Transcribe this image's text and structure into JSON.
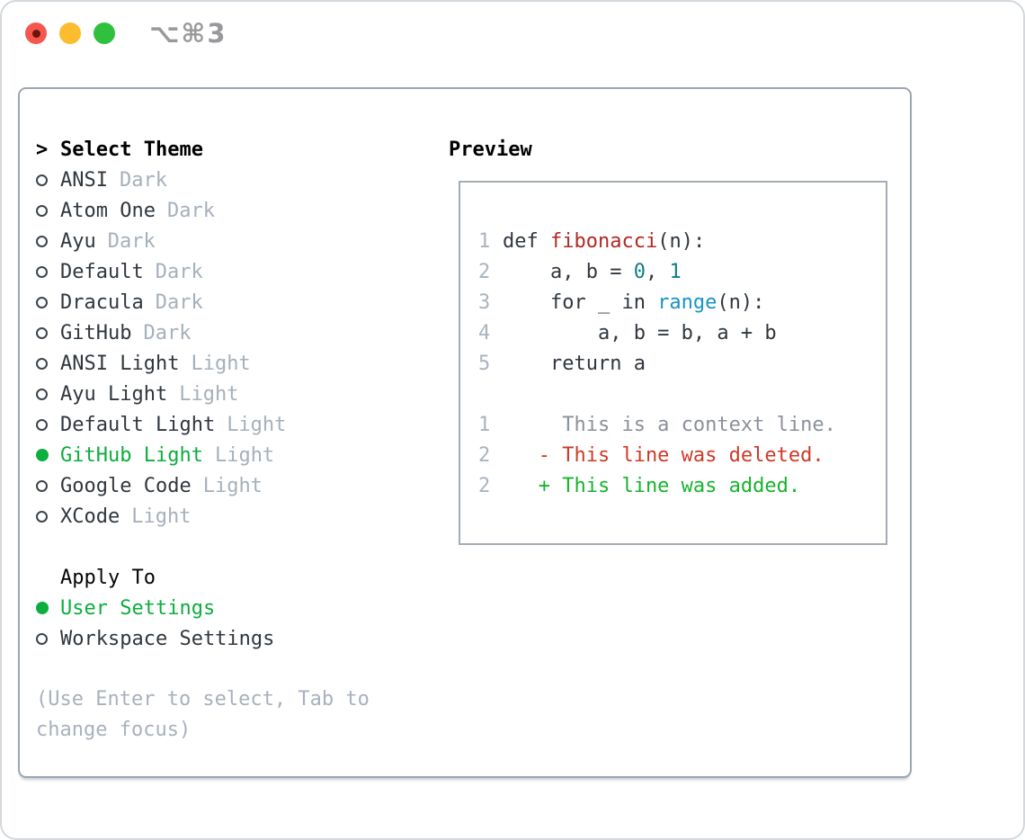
{
  "window": {
    "shortcut_label": "⌥⌘3"
  },
  "panel": {
    "select_marker": ">",
    "select_header": "Select Theme",
    "themes": [
      {
        "name": "ANSI",
        "tag": "Dark",
        "selected": false
      },
      {
        "name": "Atom One",
        "tag": "Dark",
        "selected": false
      },
      {
        "name": "Ayu",
        "tag": "Dark",
        "selected": false
      },
      {
        "name": "Default",
        "tag": "Dark",
        "selected": false
      },
      {
        "name": "Dracula",
        "tag": "Dark",
        "selected": false
      },
      {
        "name": "GitHub",
        "tag": "Dark",
        "selected": false
      },
      {
        "name": "ANSI Light",
        "tag": "Light",
        "selected": false
      },
      {
        "name": "Ayu Light",
        "tag": "Light",
        "selected": false
      },
      {
        "name": "Default Light",
        "tag": "Light",
        "selected": false
      },
      {
        "name": "GitHub Light",
        "tag": "Light",
        "selected": true
      },
      {
        "name": "Google Code",
        "tag": "Light",
        "selected": false
      },
      {
        "name": "XCode",
        "tag": "Light",
        "selected": false
      }
    ],
    "apply_header": "Apply To",
    "apply_options": [
      {
        "label": "User Settings",
        "selected": true
      },
      {
        "label": "Workspace Settings",
        "selected": false
      }
    ],
    "hint": "(Use Enter to select, Tab to change focus)"
  },
  "preview": {
    "title": "Preview",
    "code_lines": [
      {
        "num": "1",
        "t0": "def ",
        "fn": "fibonacci",
        "t1": "(n):"
      },
      {
        "num": "2",
        "t0": "    a, b = ",
        "n0": "0",
        "t1": ", ",
        "n1": "1"
      },
      {
        "num": "3",
        "t0": "    for _ in ",
        "builtin": "range",
        "t1": "(n):"
      },
      {
        "num": "4",
        "t0": "        a, b = b, a + b"
      },
      {
        "num": "5",
        "t0": "    return a"
      }
    ],
    "diff_lines": [
      {
        "num": "1",
        "type": "context",
        "text": "     This is a context line."
      },
      {
        "num": "2",
        "type": "deleted",
        "text": "   - This line was deleted."
      },
      {
        "num": "2",
        "type": "added",
        "text": "   + This line was added."
      }
    ]
  },
  "colors": {
    "selected_green": "#0cae3e",
    "function_red": "#b02a23",
    "builtin_blue": "#1793c8",
    "number_teal": "#0e7f85",
    "diff_deleted_red": "#cd3a28",
    "diff_added_green": "#15b42c",
    "muted_gray": "#a6b0bb",
    "context_gray": "#8a9199",
    "panel_border": "#9da6b0",
    "traffic_close": "#f3574e",
    "traffic_minimize": "#fbbc2f",
    "traffic_maximize": "#2fc13d"
  }
}
